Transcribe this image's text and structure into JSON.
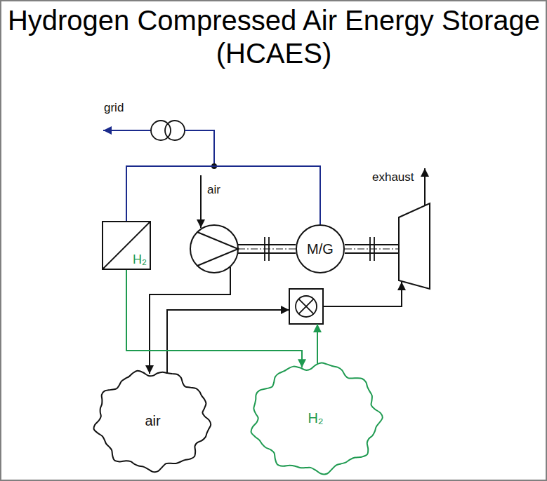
{
  "diagram": {
    "title": "Hydrogen Compressed Air Energy Storage (HCAES)",
    "nodes": [
      {
        "text": [
          "H₂"
        ]
      },
      {
        "text": [
          "M/G"
        ]
      },
      {
        "text": [
          "air"
        ]
      },
      {
        "text": [
          "H₂"
        ]
      }
    ],
    "edges": [
      {
        "from": 0,
        "to": 3,
        "arrow": "to"
      },
      {
        "from": 0,
        "to": 1,
        "arrow": "none"
      }
    ],
    "labels": [
      "grid",
      "air",
      "exhaust"
    ]
  }
}
